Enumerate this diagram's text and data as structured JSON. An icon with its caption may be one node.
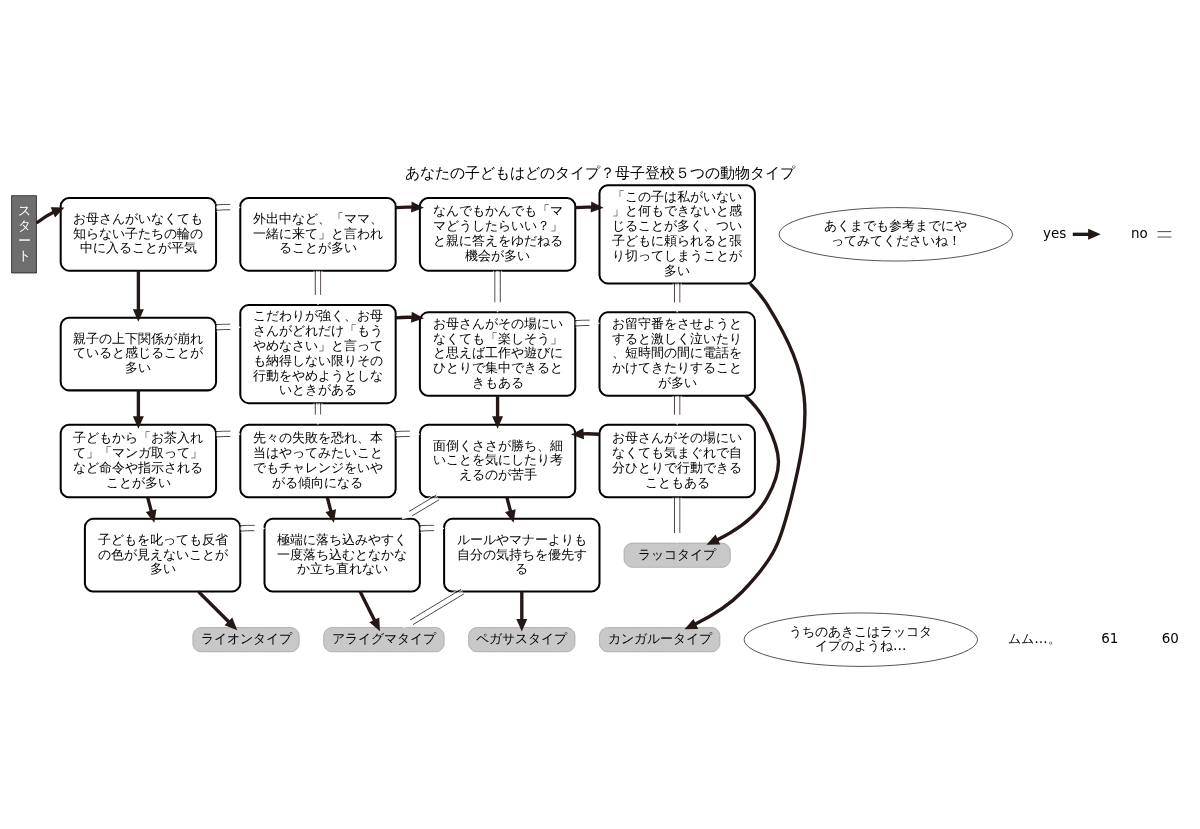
{
  "diagram": {
    "title": "あなたの子どもはどのタイプ？母子登校５つの動物タイプ",
    "nodes": [
      {
        "text": [
          "スタート"
        ]
      },
      {
        "text": [
          "お母さんがいなくても知らない子たちの輪の中に入ることが平気"
        ]
      },
      {
        "text": [
          "親子の上下関係が崩れていると感じることが多い"
        ]
      },
      {
        "text": [
          "子どもから「お茶入れて」「マンガ取って」など命令や指示されることが多い"
        ]
      },
      {
        "text": [
          "子どもを叱っても反省の色が見えないことが多い"
        ]
      },
      {
        "text": [
          "外出中など、「ママ、一緒に来て」と言われることが多い"
        ]
      },
      {
        "text": [
          "こだわりが強く、お母さんがどれだけ「もうやめなさい」と言っても納得しない限りその行動をやめようとしないときがある"
        ]
      },
      {
        "text": [
          "先々の失敗を恐れ、本当はやってみたいことでもチャレンジをいやがる傾向になる"
        ]
      },
      {
        "text": [
          "極端に落ち込みやすく一度落ち込むとなかなか立ち直れない"
        ]
      },
      {
        "text": [
          "なんでもかんでも「ママどうしたらいい？」と親に答えをゆだねる機会が多い"
        ]
      },
      {
        "text": [
          "お母さんがその場にいなくても「楽しそう」と思えば工作や遊びにひとりで集中できるときもある"
        ]
      },
      {
        "text": [
          "面倒くささが勝ち、細いことを気にしたり考えるのが苦手"
        ]
      },
      {
        "text": [
          "ルールやマナーよりも自分の気持ちを優先する"
        ]
      },
      {
        "text": [
          "「この子は私がいない」と何もできないと感じることが多く、つい子どもに頼られると張り切ってしまうことが多い"
        ]
      },
      {
        "text": [
          "お留守番をさせようとすると激しく泣いたり、短時間の間に電話をかけてきたりすることが多い"
        ]
      },
      {
        "text": [
          "お母さんがその場にいなくても気まぐれで自分ひとりで行動できることもある"
        ]
      },
      {
        "text": [
          "ライオンタイプ"
        ]
      },
      {
        "text": [
          "アライグマタイプ"
        ]
      },
      {
        "text": [
          "ペガサスタイプ"
        ]
      },
      {
        "text": [
          "ラッコタイプ"
        ]
      },
      {
        "text": [
          "カンガルータイプ"
        ]
      },
      {
        "text": [
          "あくまでも参考までにやってみてくださいね！"
        ]
      },
      {
        "text": [
          "うちのあきこはラッコタイプのようね…"
        ]
      }
    ],
    "edges": [
      {
        "from": 0,
        "to": 1,
        "arrow": "to"
      },
      {
        "from": 1,
        "to": 5,
        "arrow": "to",
        "color": "#ffffff"
      },
      {
        "from": 1,
        "to": 2,
        "arrow": "to"
      },
      {
        "from": 2,
        "to": 6,
        "arrow": "to",
        "color": "#ffffff"
      },
      {
        "from": 2,
        "to": 3,
        "arrow": "to"
      },
      {
        "from": 3,
        "to": 7,
        "arrow": "to",
        "color": "#ffffff"
      },
      {
        "from": 3,
        "to": 4,
        "arrow": "to"
      },
      {
        "from": 4,
        "to": 8,
        "arrow": "to",
        "color": "#ffffff"
      },
      {
        "from": 4,
        "to": 16,
        "arrow": "to"
      },
      {
        "from": 5,
        "to": 9,
        "arrow": "to"
      },
      {
        "from": 5,
        "to": 6,
        "arrow": "to",
        "color": "#ffffff"
      },
      {
        "from": 6,
        "to": 10,
        "arrow": "to"
      },
      {
        "from": 6,
        "to": 7,
        "arrow": "to",
        "color": "#ffffff"
      },
      {
        "from": 7,
        "to": 11,
        "arrow": "to",
        "color": "#ffffff"
      },
      {
        "from": 7,
        "to": 8,
        "arrow": "to"
      },
      {
        "from": 8,
        "to": 12,
        "arrow": "to",
        "color": "#ffffff"
      },
      {
        "from": 8,
        "to": 17,
        "arrow": "to"
      },
      {
        "from": 9,
        "to": 13,
        "arrow": "to"
      },
      {
        "from": 9,
        "to": 10,
        "arrow": "to",
        "color": "#ffffff"
      },
      {
        "from": 10,
        "to": 14,
        "arrow": "to",
        "color": "#ffffff"
      },
      {
        "from": 10,
        "to": 11,
        "arrow": "to"
      },
      {
        "from": 11,
        "to": 8,
        "arrow": "to",
        "color": "#ffffff"
      },
      {
        "from": 11,
        "to": 12,
        "arrow": "to"
      },
      {
        "from": 12,
        "to": 17,
        "arrow": "to",
        "color": "#ffffff"
      },
      {
        "from": 12,
        "to": 18,
        "arrow": "to"
      },
      {
        "from": 13,
        "to": 14,
        "arrow": "to",
        "color": "#ffffff"
      },
      {
        "from": 13,
        "to": 20,
        "arrow": "to"
      },
      {
        "from": 14,
        "to": 19,
        "arrow": "to"
      },
      {
        "from": 14,
        "to": 15,
        "arrow": "to",
        "color": "#ffffff"
      },
      {
        "from": 15,
        "to": 11,
        "arrow": "to"
      },
      {
        "from": 15,
        "to": 19,
        "arrow": "to",
        "color": "#ffffff"
      }
    ],
    "labels": [
      "ムム…。",
      "61",
      "60"
    ],
    "legend": [
      {
        "text": "yes"
      },
      {
        "text": "no"
      }
    ]
  }
}
